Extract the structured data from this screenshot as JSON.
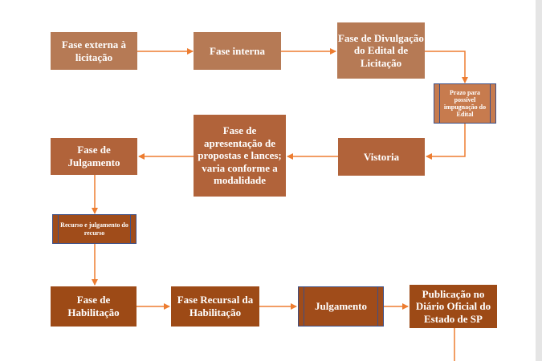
{
  "nodes": {
    "fase_externa": "Fase externa à licitação",
    "fase_interna": "Fase interna",
    "fase_divulgacao": "Fase de Divulgação do Edital de Licitação",
    "prazo_impugnacao": "Prazo para possível impugnação do Edital",
    "vistoria": "Vistoria",
    "fase_apresentacao": "Fase de apresentação de propostas e lances; varia conforme a modalidade",
    "fase_julgamento": "Fase de Julgamento",
    "recurso_julgamento": "Recurso e julgamento do recurso",
    "fase_habilitacao": "Fase de Habilitação",
    "fase_recursal": "Fase Recursal da Habilitação",
    "julgamento": "Julgamento",
    "publicacao": "Publicação no Diário Oficial do Estado de SP"
  },
  "colors": {
    "arrow": "#ed7d31",
    "box_light": "#b67a55",
    "box_mid": "#b1633a",
    "box_dark": "#9d4a16",
    "process_border": "#3e4f86"
  }
}
